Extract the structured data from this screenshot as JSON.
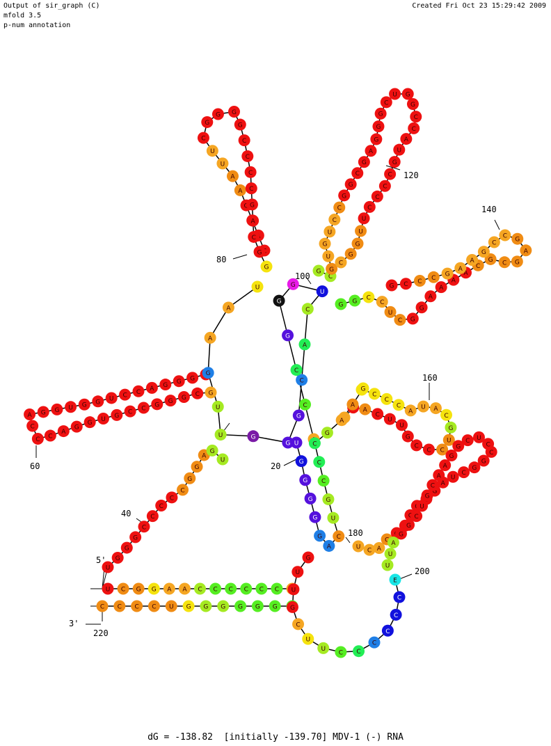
{
  "header": {
    "line1": "Output of sir_graph (C)",
    "line2": "mfold 3.5",
    "line3": "p-num annotation",
    "created": "Created Fri Oct 23 15:29:42 2009"
  },
  "footer": "dG = -138.82  [initially -139.70] MDV-1 (-) RNA",
  "colors": {
    "red": "#ee1111",
    "orange_red": "#ee5511",
    "orange": "#f08c14",
    "amber": "#f5a623",
    "yellow": "#f5e30e",
    "lime": "#a5ea22",
    "green": "#55ee22",
    "bright_green": "#22ee55",
    "azure": "#1f7fe6",
    "blue": "#1111dd",
    "violet": "#5511dd",
    "purple": "#7a1aa6",
    "magenta": "#e81ae8",
    "cyan": "#18e5e5",
    "black": "#111111",
    "line": "#000000"
  },
  "position_labels": [
    "5'",
    "3'",
    "20",
    "40",
    "60",
    "80",
    "100",
    "120",
    "140",
    "160",
    "180",
    "200",
    "220"
  ],
  "strands": [
    {
      "id": "bottom_stem_5p",
      "letters": [
        "U",
        "C",
        "G",
        "G",
        "A",
        "A",
        "C",
        "C",
        "C",
        "C",
        "C",
        "C",
        "C"
      ],
      "colors": [
        "red",
        "orange",
        "orange",
        "yellow",
        "amber",
        "amber",
        "lime",
        "green",
        "green",
        "green",
        "green",
        "green",
        "amber"
      ]
    },
    {
      "id": "bottom_stem_3p",
      "letters": [
        "C",
        "C",
        "C",
        "C",
        "U",
        "G",
        "G",
        "G",
        "G",
        "G",
        "G",
        "G"
      ],
      "colors": [
        "orange",
        "orange",
        "orange",
        "orange",
        "orange",
        "yellow",
        "lime",
        "lime",
        "green",
        "green",
        "green",
        "green"
      ]
    },
    {
      "id": "left_lower_helix",
      "letters": [
        "U",
        "G",
        "G",
        "G",
        "C",
        "C",
        "C",
        "C",
        "C",
        "G",
        "G",
        "A",
        "G",
        "U"
      ],
      "colors": [
        "red",
        "red",
        "red",
        "red",
        "red",
        "red",
        "red",
        "red",
        "orange",
        "orange",
        "orange",
        "orange",
        "lime",
        "lime"
      ]
    },
    {
      "id": "left_arm",
      "letters": [
        "A",
        "G",
        "G",
        "G",
        "A",
        "C",
        "C",
        "U",
        "G",
        "G",
        "U",
        "G",
        "G",
        "A",
        "C",
        "C",
        "C",
        "A",
        "G",
        "G",
        "U",
        "G",
        "C",
        "C",
        "G",
        "G",
        "G",
        "C",
        "G"
      ],
      "colors": [
        "red",
        "red",
        "red",
        "red",
        "red",
        "red",
        "red",
        "red",
        "red",
        "red",
        "red",
        "red",
        "red",
        "red",
        "red",
        "red",
        "red",
        "red",
        "red",
        "red",
        "red",
        "red",
        "red",
        "red",
        "red",
        "red",
        "red",
        "red",
        "amber"
      ]
    },
    {
      "id": "top_left_hairpin",
      "letters": [
        "C",
        "A",
        "C",
        "G",
        "A",
        "A",
        "U",
        "U",
        "C",
        "G",
        "G",
        "G",
        "G",
        "C",
        "C",
        "C",
        "C",
        "G",
        "A",
        "C",
        "G",
        "G"
      ],
      "colors": [
        "red",
        "red",
        "red",
        "red",
        "orange",
        "orange",
        "amber",
        "amber",
        "red",
        "red",
        "red",
        "red",
        "red",
        "red",
        "red",
        "red",
        "red",
        "red",
        "red",
        "red",
        "red",
        "yellow"
      ]
    },
    {
      "id": "multiloop",
      "letters": [
        "U",
        "A",
        "A",
        "G",
        "U",
        "U",
        "G",
        "G",
        "G",
        "C",
        "A",
        "C",
        "U",
        "G",
        "G",
        "G",
        "C",
        "C",
        "A"
      ],
      "colors": [
        "yellow",
        "amber",
        "amber",
        "azure",
        "lime",
        "lime",
        "purple",
        "violet",
        "violet",
        "azure",
        "bright_green",
        "lime",
        "blue",
        "magenta",
        "black",
        "violet",
        "bright_green",
        "green",
        "amber"
      ]
    },
    {
      "id": "top_hairpin",
      "letters": [
        "G",
        "C",
        "G",
        "U",
        "G",
        "U",
        "C",
        "C",
        "G",
        "G",
        "C",
        "G",
        "A",
        "G",
        "G",
        "G",
        "C",
        "U",
        "G",
        "G",
        "C",
        "C",
        "A",
        "U",
        "G",
        "C",
        "C",
        "C",
        "C",
        "U",
        "U",
        "G",
        "G",
        "C"
      ],
      "colors": [
        "lime",
        "lime",
        "orange",
        "amber",
        "amber",
        "amber",
        "amber",
        "orange",
        "red",
        "red",
        "red",
        "red",
        "red",
        "red",
        "red",
        "red",
        "red",
        "red",
        "red",
        "red",
        "red",
        "red",
        "red",
        "red",
        "red",
        "red",
        "red",
        "red",
        "red",
        "red",
        "orange",
        "orange",
        "orange",
        "amber"
      ]
    },
    {
      "id": "right_upper_hairpin",
      "letters": [
        "G",
        "G",
        "C",
        "C",
        "U",
        "C",
        "G",
        "G",
        "A",
        "A",
        "A",
        "A",
        "C",
        "G",
        "C",
        "G",
        "A",
        "G",
        "C",
        "C",
        "G",
        "A",
        "A",
        "G",
        "C",
        "C",
        "C",
        "G"
      ],
      "colors": [
        "green",
        "green",
        "yellow",
        "amber",
        "orange",
        "orange",
        "red",
        "red",
        "red",
        "red",
        "red",
        "red",
        "orange",
        "orange",
        "orange",
        "orange",
        "orange",
        "orange",
        "amber",
        "amber",
        "amber",
        "amber",
        "amber",
        "amber",
        "orange",
        "orange",
        "red",
        "red"
      ]
    },
    {
      "id": "right_hairpin_160",
      "letters": [
        "G",
        "C",
        "C",
        "C",
        "A",
        "U",
        "A",
        "C",
        "G",
        "U",
        "C",
        "C",
        "C",
        "G",
        "U",
        "U",
        "C",
        "A",
        "G",
        "A"
      ],
      "colors": [
        "yellow",
        "yellow",
        "yellow",
        "yellow",
        "amber",
        "amber",
        "amber",
        "yellow",
        "lime",
        "orange",
        "orange",
        "red",
        "red",
        "red",
        "red",
        "red",
        "red",
        "orange",
        "red",
        "amber"
      ]
    },
    {
      "id": "right_lower_hairpin",
      "letters": [
        "U",
        "C",
        "A",
        "C",
        "G",
        "G",
        "C",
        "C",
        "C",
        "G",
        "A",
        "U",
        "C",
        "G",
        "G",
        "C",
        "C",
        "U",
        "C",
        "G",
        "G",
        "A",
        "A",
        "C",
        "G",
        "U",
        "C",
        "G",
        "G",
        "A",
        "U",
        "U"
      ],
      "colors": [
        "amber",
        "amber",
        "amber",
        "orange",
        "red",
        "red",
        "red",
        "red",
        "red",
        "red",
        "red",
        "red",
        "red",
        "red",
        "red",
        "red",
        "red",
        "red",
        "red",
        "red",
        "red",
        "red",
        "red",
        "red",
        "red",
        "red",
        "red",
        "red",
        "red",
        "lime",
        "lime",
        "lime"
      ]
    },
    {
      "id": "bottom_loop",
      "letters": [
        "E",
        "C",
        "C",
        "C",
        "C",
        "C",
        "C",
        "U",
        "U",
        "C",
        "G",
        "U",
        "U",
        "G"
      ],
      "colors": [
        "cyan",
        "blue",
        "blue",
        "blue",
        "azure",
        "bright_green",
        "green",
        "lime",
        "yellow",
        "amber",
        "red",
        "red",
        "red",
        "red"
      ]
    },
    {
      "id": "inner_helix",
      "letters": [
        "U",
        "G",
        "G",
        "G",
        "G",
        "G",
        "A",
        "C",
        "U",
        "G",
        "C",
        "C",
        "C",
        "G",
        "A",
        "A",
        "G"
      ],
      "colors": [
        "violet",
        "blue",
        "violet",
        "violet",
        "violet",
        "azure",
        "azure",
        "orange",
        "lime",
        "lime",
        "green",
        "bright_green",
        "bright_green",
        "lime",
        "amber",
        "orange",
        "yellow"
      ]
    }
  ]
}
